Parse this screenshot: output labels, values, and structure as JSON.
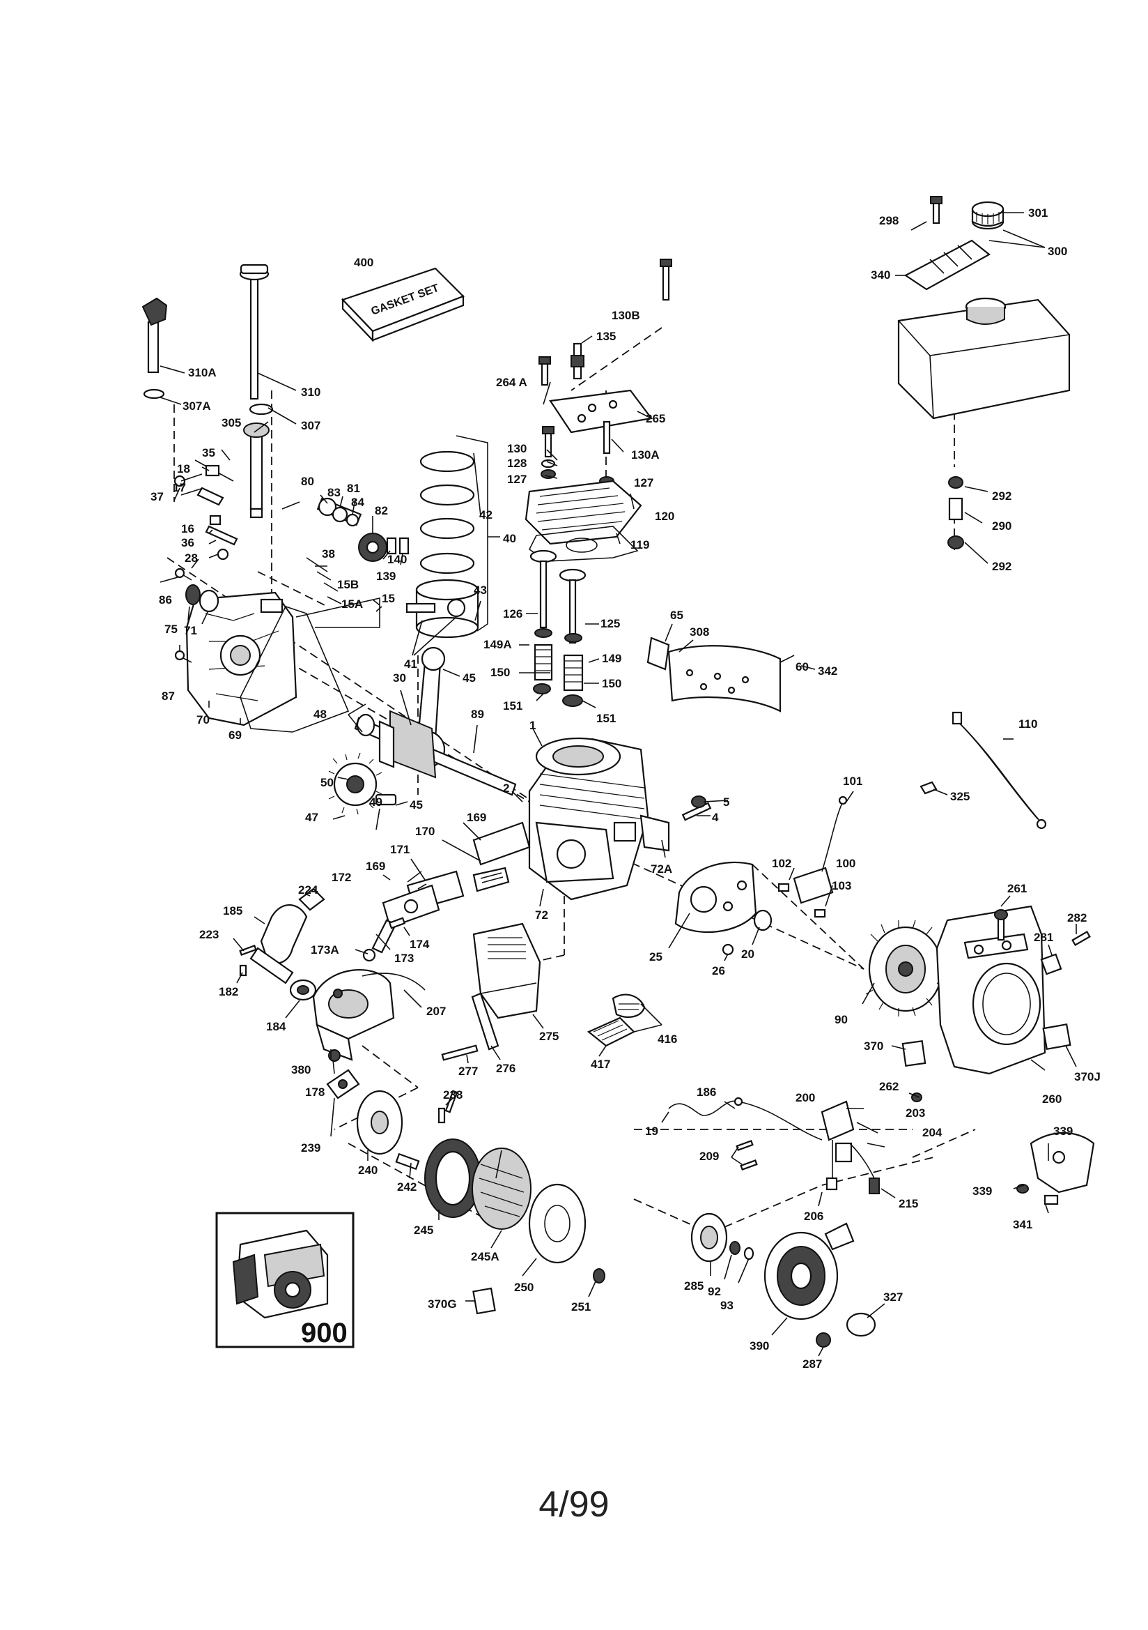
{
  "page_number": "4/99",
  "gasket_set_text": "GASKET SET",
  "colors": {
    "ink": "#111111",
    "paper": "#ffffff"
  },
  "callouts": {
    "c1": "1",
    "c2": "2",
    "c4": "4",
    "c5": "5",
    "c15": "15",
    "c15A": "15A",
    "c15B": "15B",
    "c16": "16",
    "c17": "17",
    "c18": "18",
    "c19": "19",
    "c20": "20",
    "c25": "25",
    "c26": "26",
    "c28": "28",
    "c30": "30",
    "c35": "35",
    "c36": "36",
    "c37": "37",
    "c38": "38",
    "c40": "40",
    "c41": "41",
    "c42": "42",
    "c43": "43",
    "c45a": "45",
    "c45b": "45",
    "c47": "47",
    "c48": "48",
    "c49": "49",
    "c50": "50",
    "c60": "60",
    "c65": "65",
    "c69": "69",
    "c70": "70",
    "c71": "71",
    "c72": "72",
    "c72A": "72A",
    "c75": "75",
    "c80": "80",
    "c81": "81",
    "c82": "82",
    "c83": "83",
    "c84": "84",
    "c86": "86",
    "c87": "87",
    "c89": "89",
    "c90": "90",
    "c92": "92",
    "c93": "93",
    "c100": "100",
    "c101": "101",
    "c102": "102",
    "c103": "103",
    "c110": "110",
    "c119": "119",
    "c120": "120",
    "c125": "125",
    "c126": "126",
    "c127a": "127",
    "c127b": "127",
    "c128": "128",
    "c130": "130",
    "c130A": "130A",
    "c130B": "130B",
    "c135": "135",
    "c139": "139",
    "c140": "140",
    "c149": "149",
    "c149A": "149A",
    "c150a": "150",
    "c150b": "150",
    "c151a": "151",
    "c151b": "151",
    "c169a": "169",
    "c169b": "169",
    "c170": "170",
    "c171": "171",
    "c172": "172",
    "c173": "173",
    "c173A": "173A",
    "c174": "174",
    "c178": "178",
    "c182": "182",
    "c184": "184",
    "c185": "185",
    "c186": "186",
    "c200": "200",
    "c203": "203",
    "c204": "204",
    "c206": "206",
    "c207": "207",
    "c209": "209",
    "c215": "215",
    "c223": "223",
    "c224": "224",
    "c238": "238",
    "c239": "239",
    "c240": "240",
    "c242": "242",
    "c245": "245",
    "c245A": "245A",
    "c250": "250",
    "c251": "251",
    "c260": "260",
    "c261": "261",
    "c262": "262",
    "c264A": "264 A",
    "c265": "265",
    "c275": "275",
    "c276": "276",
    "c277": "277",
    "c281": "281",
    "c282": "282",
    "c285": "285",
    "c287": "287",
    "c290": "290",
    "c292a": "292",
    "c292b": "292",
    "c298": "298",
    "c300": "300",
    "c301": "301",
    "c305": "305",
    "c307": "307",
    "c307A": "307A",
    "c308": "308",
    "c310": "310",
    "c310A": "310A",
    "c325": "325",
    "c327": "327",
    "c339a": "339",
    "c339b": "339",
    "c340": "340",
    "c341": "341",
    "c342": "342",
    "c370": "370",
    "c370G": "370G",
    "c370J": "370J",
    "c380": "380",
    "c390": "390",
    "c400": "400",
    "c416": "416",
    "c417": "417",
    "c900": "900"
  }
}
